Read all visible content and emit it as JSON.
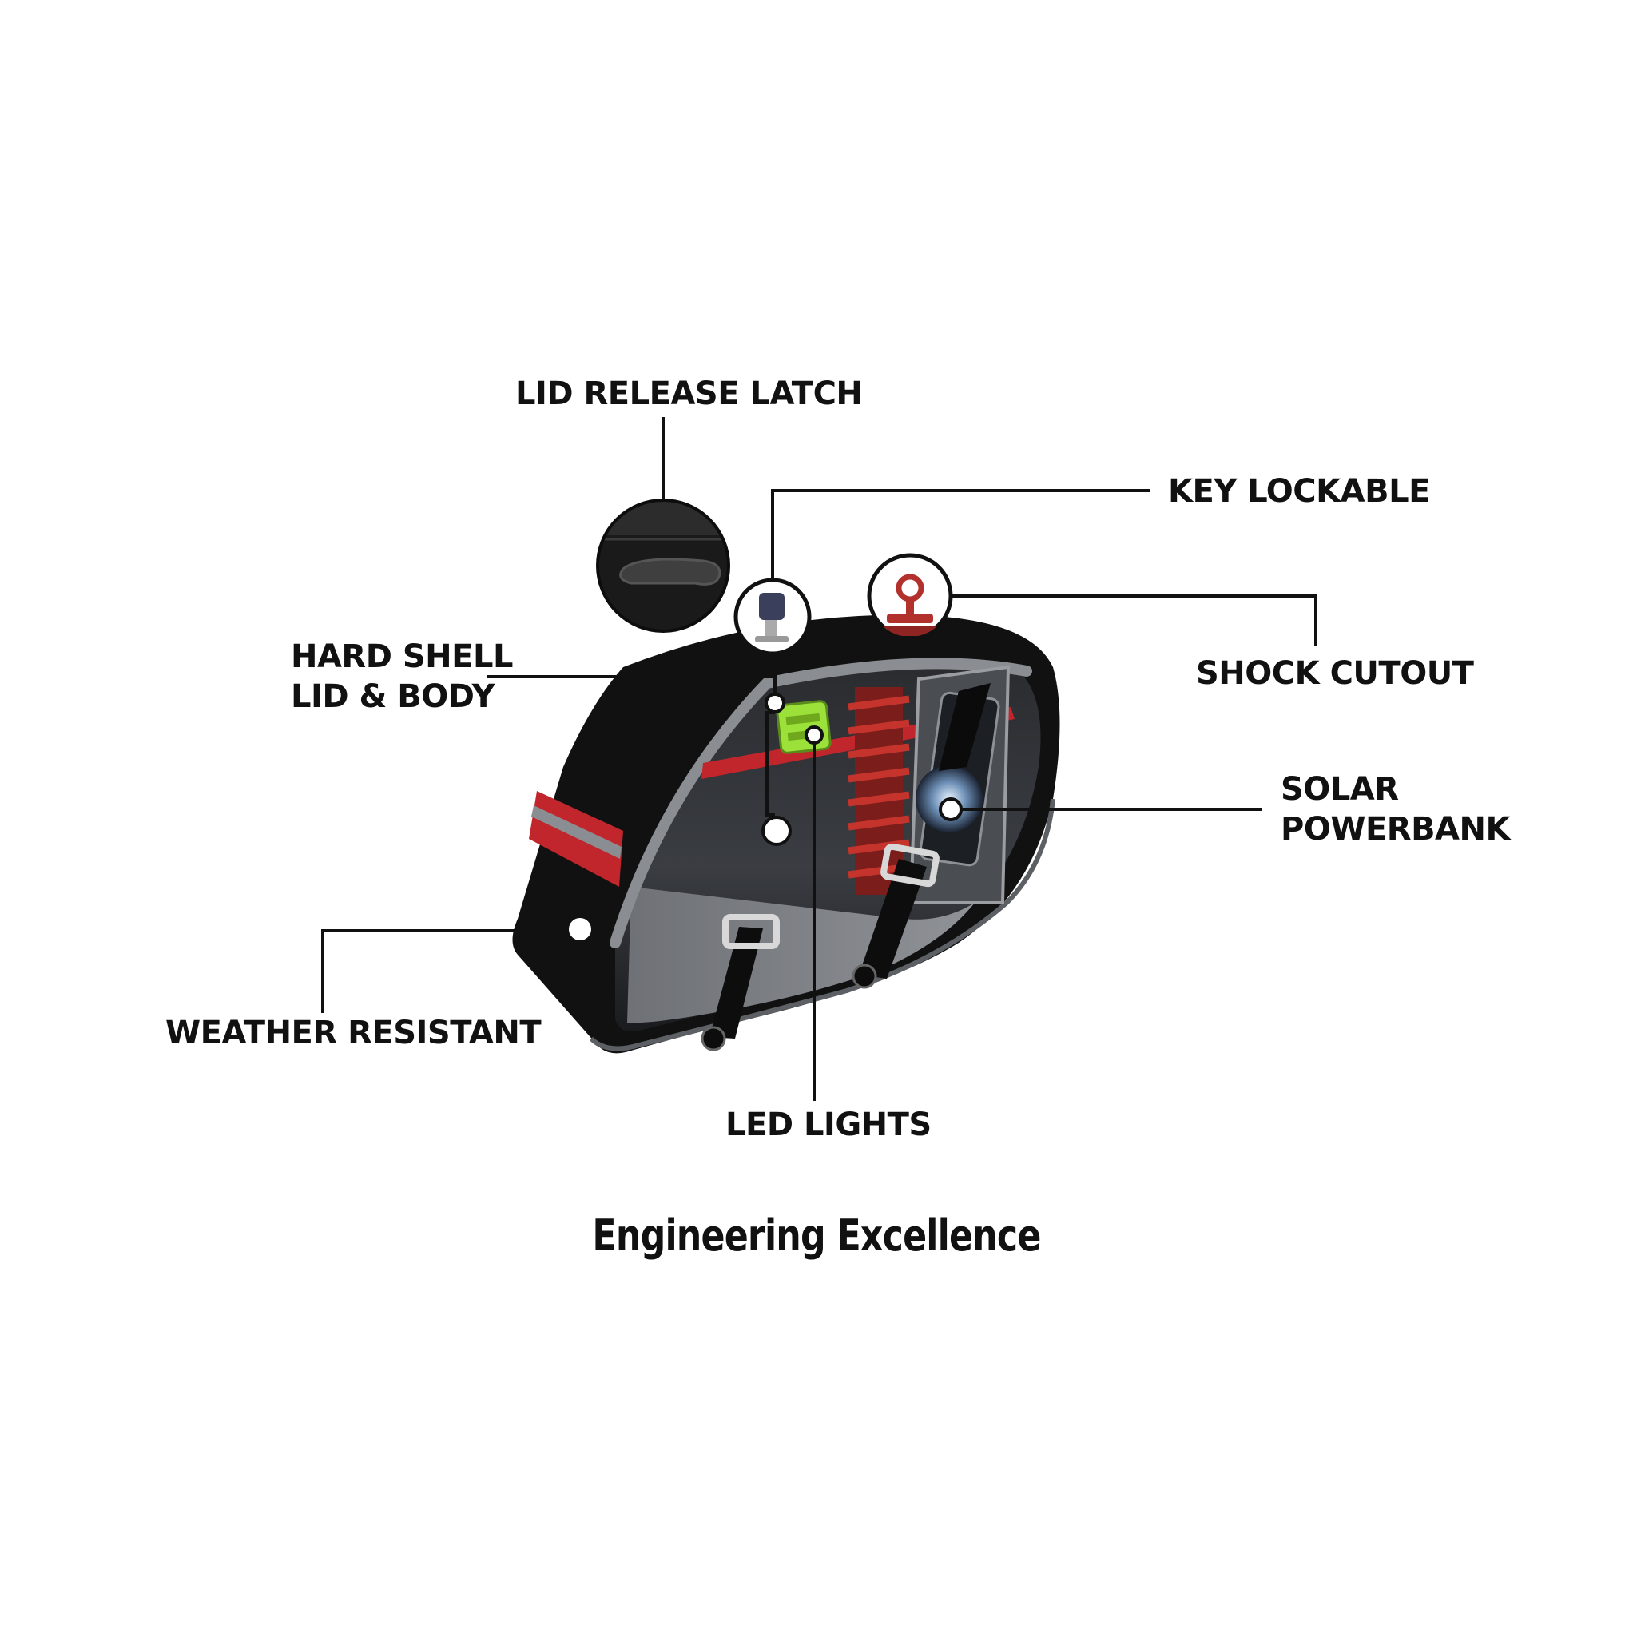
{
  "callouts": {
    "lid_release_latch": "LID RELEASE LATCH",
    "key_lockable": "KEY LOCKABLE",
    "hard_shell_line1": "HARD SHELL",
    "hard_shell_line2": "LID & BODY",
    "shock_cutout": "SHOCK CUTOUT",
    "solar_line1": "SOLAR",
    "solar_line2": "POWERBANK",
    "weather_resistant": "WEATHER RESISTANT",
    "led_lights": "LED LIGHTS"
  },
  "caption": "Engineering Excellence",
  "colors": {
    "shell": "#111111",
    "trim_gray": "#8a8d91",
    "accent_red": "#c0262b",
    "led_green": "#9be13a",
    "key_blue": "#3a3f5c",
    "shock_red": "#b3312c"
  }
}
